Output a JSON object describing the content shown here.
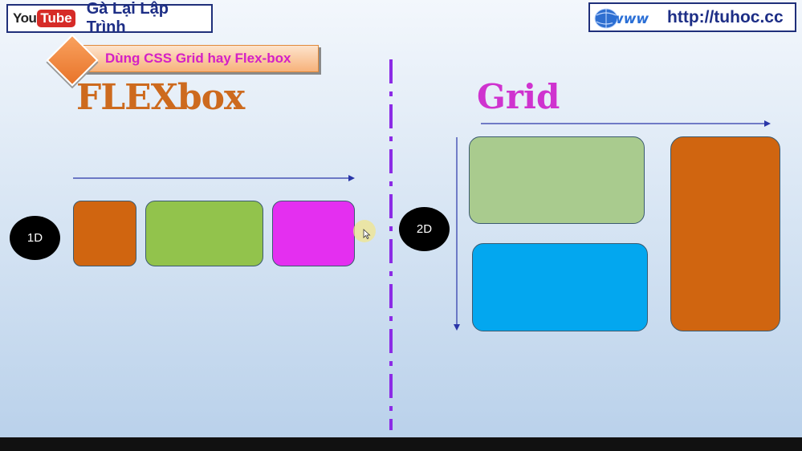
{
  "header": {
    "logo": {
      "you": "You",
      "tube": "Tube"
    },
    "channel_name": "Gà Lại Lập Trình",
    "site_icon": "www-globe-icon",
    "site_url": "http://tuhoc.cc"
  },
  "banner": {
    "text": "Dùng CSS Grid hay Flex-box"
  },
  "left": {
    "title": "FLEXbox",
    "badge": "1D",
    "items": [
      {
        "color": "#d06510"
      },
      {
        "color": "#92c34c"
      },
      {
        "color": "#e42ff0"
      }
    ]
  },
  "right": {
    "title": "Grid",
    "badge": "2D",
    "items": [
      {
        "color": "#a9cb8e"
      },
      {
        "color": "#03a7ef"
      },
      {
        "color": "#d06510"
      }
    ]
  },
  "colors": {
    "divider": "#8c2be6",
    "arrow": "#2a36a8",
    "brand_blue": "#1d2e86"
  }
}
